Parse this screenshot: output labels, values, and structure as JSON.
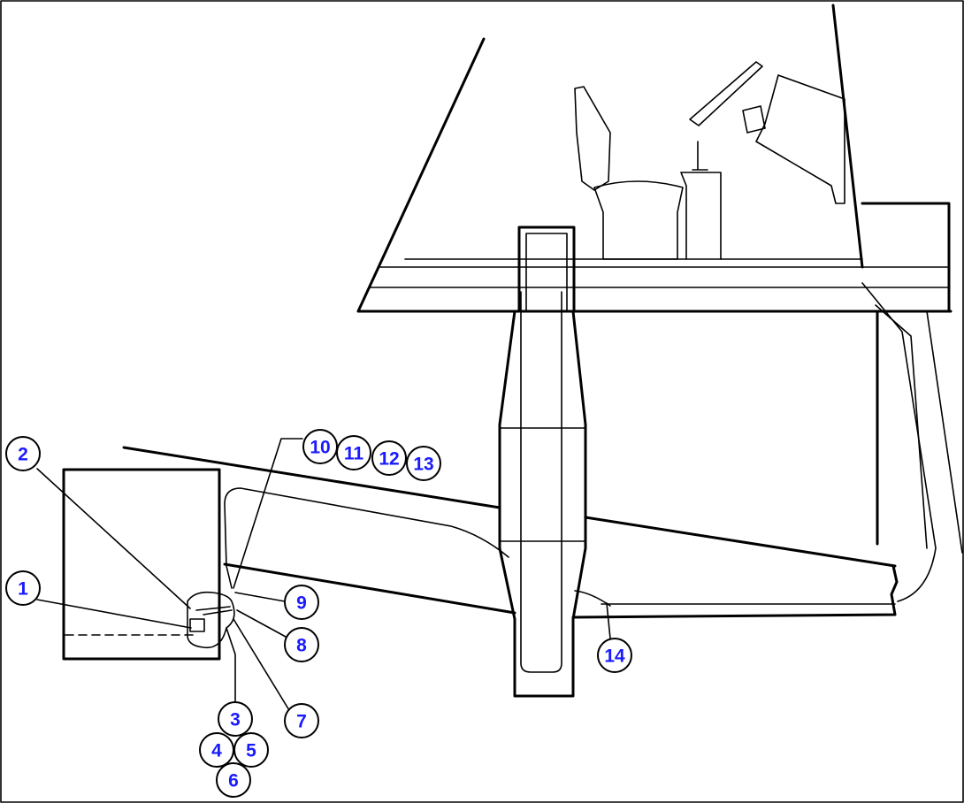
{
  "label_color": "#1a1aff",
  "callouts": [
    {
      "id": "1",
      "text": "1"
    },
    {
      "id": "2",
      "text": "2"
    },
    {
      "id": "3",
      "text": "3"
    },
    {
      "id": "4",
      "text": "4"
    },
    {
      "id": "5",
      "text": "5"
    },
    {
      "id": "6",
      "text": "6"
    },
    {
      "id": "7",
      "text": "7"
    },
    {
      "id": "8",
      "text": "8"
    },
    {
      "id": "9",
      "text": "9"
    },
    {
      "id": "10",
      "text": "10"
    },
    {
      "id": "11",
      "text": "11"
    },
    {
      "id": "12",
      "text": "12"
    },
    {
      "id": "13",
      "text": "13"
    },
    {
      "id": "14",
      "text": "14"
    }
  ]
}
